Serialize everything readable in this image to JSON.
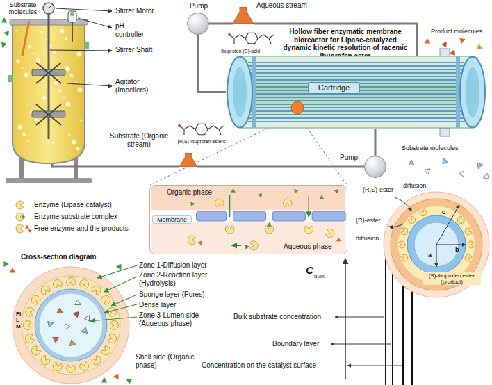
{
  "diagram": {
    "title": "Hollow fiber enzymatic membrane bioreactor for Lipase-catalyzed dynamic kinetic resolution of racemic ibuprofen ester",
    "nodes": [
      {
        "text": [
          "Pump"
        ]
      },
      {
        "text": [
          "Aqueous stream"
        ]
      },
      {
        "text": [
          "Cartridge"
        ]
      },
      {
        "text": [
          "Pump"
        ]
      },
      {
        "text": [
          "Substrate (Organic stream)"
        ]
      },
      {
        "text": [
          "Organic phase",
          "Membrane",
          "Aqueous phase"
        ]
      }
    ],
    "edges": [
      {
        "from": 0,
        "to": 1,
        "arrow": "none"
      },
      {
        "from": 1,
        "to": 2,
        "arrow": "none"
      },
      {
        "from": 0,
        "to": 2,
        "arrow": "none"
      },
      {
        "from": 4,
        "to": 3,
        "arrow": "none"
      },
      {
        "from": 3,
        "to": 2,
        "arrow": "none"
      }
    ],
    "labels": [
      "Substrate molecules",
      "Stirrer Motor",
      "pH controller",
      "Stirrer Shaft",
      "Agitator (Impellers)",
      "Ibuprofen (S)-acid",
      "Product molecules",
      "(R,S)-ibuprofen esters",
      "Substrate molecules",
      "Cross-section diagram",
      "FILM",
      "Zone 1-Diffusion layer",
      "Zone 2-Reaction layer (Hydrolysis)",
      "Sponge layer (Pores)",
      "Dense layer",
      "Zone 3-Lumen side (Aqueous phase)",
      "Shell side (Organic phase)",
      "(R,S)-ester",
      "diffusion",
      "(R)-ester",
      "diffusion",
      "c",
      "b",
      "a",
      "(S)-ibuprofen ester (product)",
      "C",
      "bulk",
      "Bulk substrate concentration",
      "Boundary layer",
      "Concentration on the catalyst surface"
    ],
    "legend": [
      {
        "text": "Enzyme (Lipase catalyst)"
      },
      {
        "text": "Enzyme substrate complex"
      },
      {
        "text": "Free enzyme and the products"
      }
    ]
  }
}
